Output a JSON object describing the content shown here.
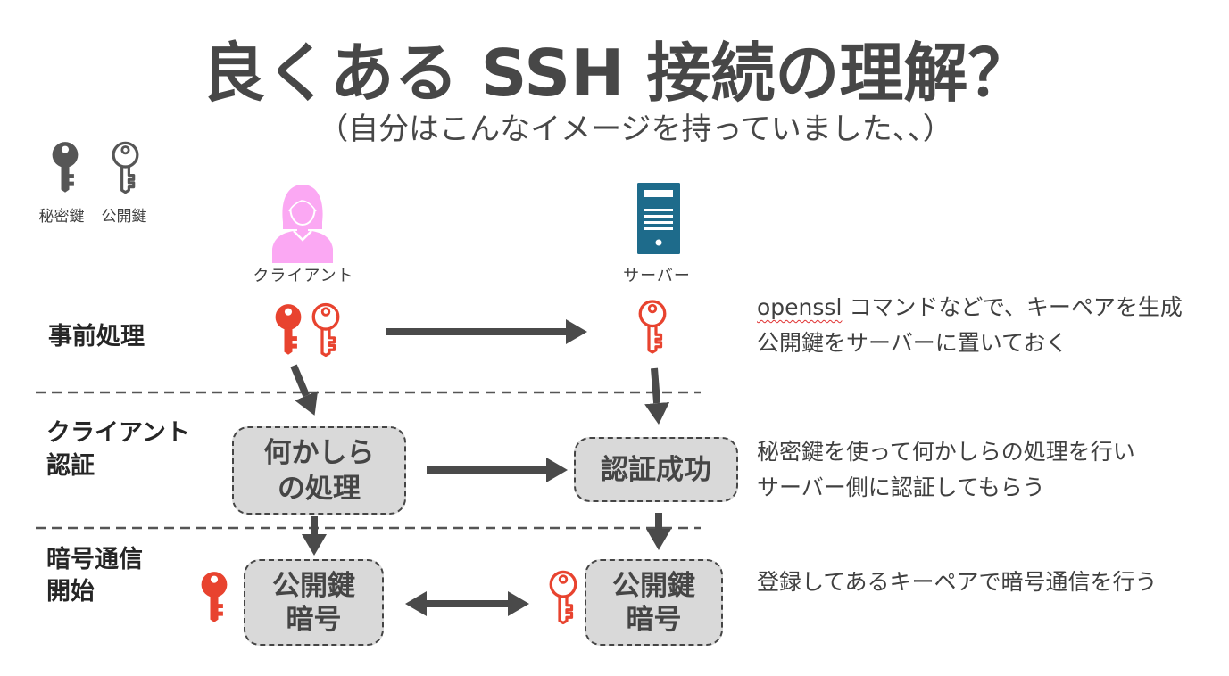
{
  "title": "良くある SSH 接続の理解？",
  "subtitle": "（自分はこんなイメージを持っていました、、）",
  "legend": {
    "private_key": {
      "label": "秘密鍵",
      "icon": "key-filled-icon"
    },
    "public_key": {
      "label": "公開鍵",
      "icon": "key-outline-icon"
    }
  },
  "actors": {
    "client": {
      "label": "クライアント",
      "icon": "woman-user-icon"
    },
    "server": {
      "label": "サーバー",
      "icon": "server-tower-icon"
    }
  },
  "rows": [
    {
      "label": [
        "事前処理"
      ],
      "client_key_icons": [
        "key-filled-icon",
        "key-outline-icon"
      ],
      "server_key_icons": [
        "key-outline-icon"
      ],
      "note": [
        {
          "flagged_word": "openssl",
          "text": "コマンドなどで、キーペアを生成"
        },
        {
          "text": "公開鍵をサーバーに置いておく"
        }
      ]
    },
    {
      "label": [
        "クライアント",
        "認証"
      ],
      "client_box": [
        "何かしら",
        "の処理"
      ],
      "server_box": [
        "認証成功"
      ],
      "note": [
        {
          "text": "秘密鍵を使って何かしらの処理を行い"
        },
        {
          "text": "サーバー側に認証してもらう"
        }
      ]
    },
    {
      "label": [
        "暗号通信",
        "開始"
      ],
      "client_key_icons": [
        "key-filled-icon"
      ],
      "server_key_icons": [
        "key-outline-icon"
      ],
      "client_box": [
        "公開鍵",
        "暗号"
      ],
      "server_box": [
        "公開鍵",
        "暗号"
      ],
      "note": [
        {
          "text": "登録してあるキーペアで暗号通信を行う"
        }
      ]
    }
  ],
  "colors": {
    "title": "#474747",
    "text": "#404040",
    "arrow": "#4a4a4a",
    "divider": "#555555",
    "key_gray": "#565656",
    "key_red": "#e8432f",
    "client_pink": "#fba8f3",
    "server_teal": "#1e6b8b",
    "box_fill": "#d9d9d9",
    "spell_underline": "#e03030"
  }
}
